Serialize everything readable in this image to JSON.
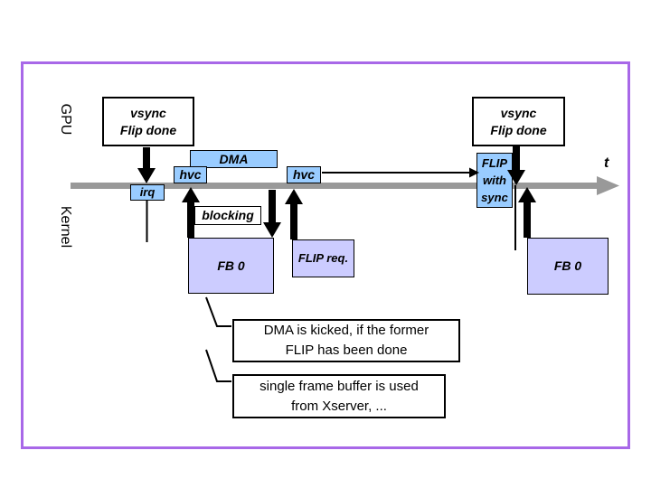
{
  "slide": {
    "lanes": {
      "gpu": "GPU",
      "kernel": "Kernel"
    },
    "timeline": {
      "axis_label": "t"
    },
    "gpu_events": {
      "vsync_left": "vsync\nFlip done",
      "vsync_right": "vsync\nFlip done",
      "dma": "DMA"
    },
    "kernel_events": {
      "hvc_left": "hvc",
      "hvc_right": "hvc",
      "irq": "irq",
      "flip_with_sync": "FLIP\nwith\nsync",
      "blocking": "blocking",
      "fb0_left": "FB 0",
      "flip_req": "FLIP req.",
      "fb0_right": "FB 0"
    },
    "callouts": {
      "dma_note": "DMA is kicked, if the former\nFLIP has been done",
      "fb_note": "single frame buffer is used\nfrom Xserver, ..."
    },
    "colors": {
      "frame_purple": "#A868E8",
      "event_blue": "#99CCFF",
      "buffer_lavender": "#CCCCFF",
      "timeline_gray": "#999999",
      "arrow_black": "#000000"
    }
  }
}
